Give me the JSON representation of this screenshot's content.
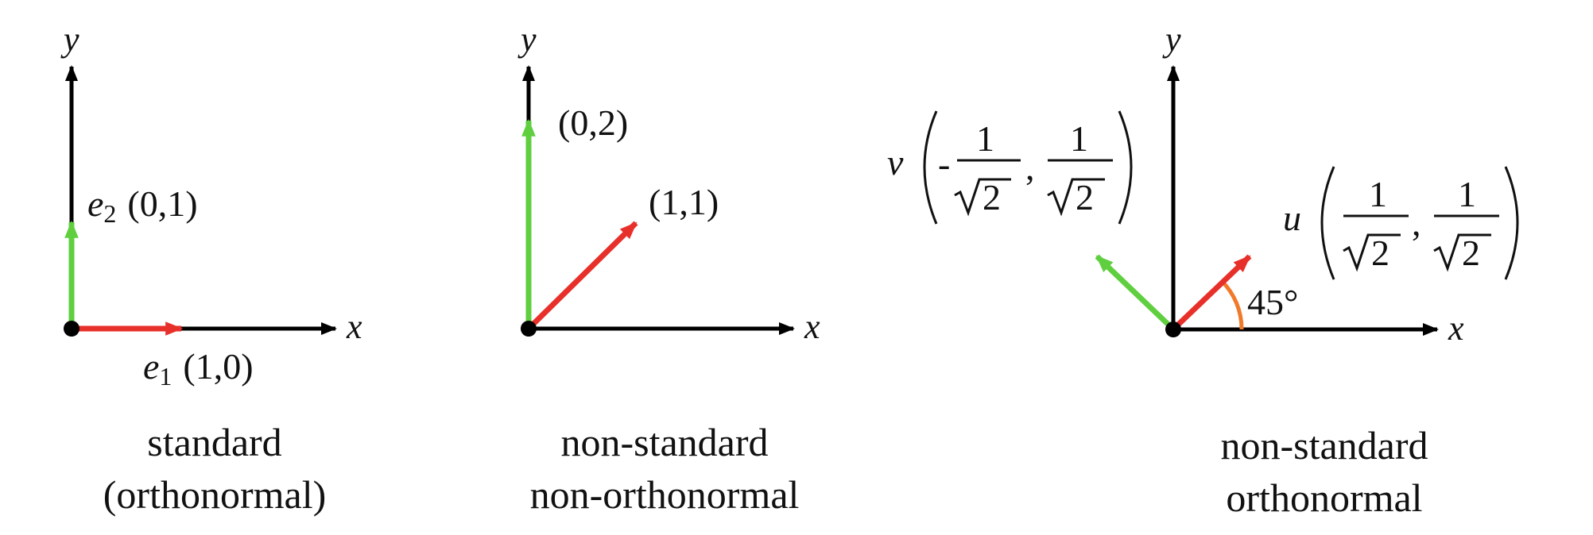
{
  "colors": {
    "axis": "#000000",
    "green_vector": "#5fcf3f",
    "red_vector": "#e8302a",
    "angle_arc": "#f07a2a"
  },
  "panels": [
    {
      "axis_x": "x",
      "axis_y": "y",
      "green_label": {
        "name": "e",
        "sub": "2",
        "coords": "(0,1)"
      },
      "red_label": {
        "name": "e",
        "sub": "1",
        "coords": "(1,0)"
      },
      "caption": [
        "standard",
        "(orthonormal)"
      ]
    },
    {
      "axis_x": "x",
      "axis_y": "y",
      "green_label": {
        "coords": "(0,2)"
      },
      "red_label": {
        "coords": "(1,1)"
      },
      "caption": [
        "non-standard",
        "non-orthonormal"
      ]
    },
    {
      "axis_x": "x",
      "axis_y": "y",
      "green_label": {
        "name": "v",
        "sign": "-",
        "num": "1",
        "den": "2",
        "sep": ","
      },
      "red_label": {
        "name": "u",
        "num": "1",
        "den": "2",
        "sep": ","
      },
      "angle": "45°",
      "caption": [
        "non-standard",
        "orthonormal"
      ]
    }
  ]
}
